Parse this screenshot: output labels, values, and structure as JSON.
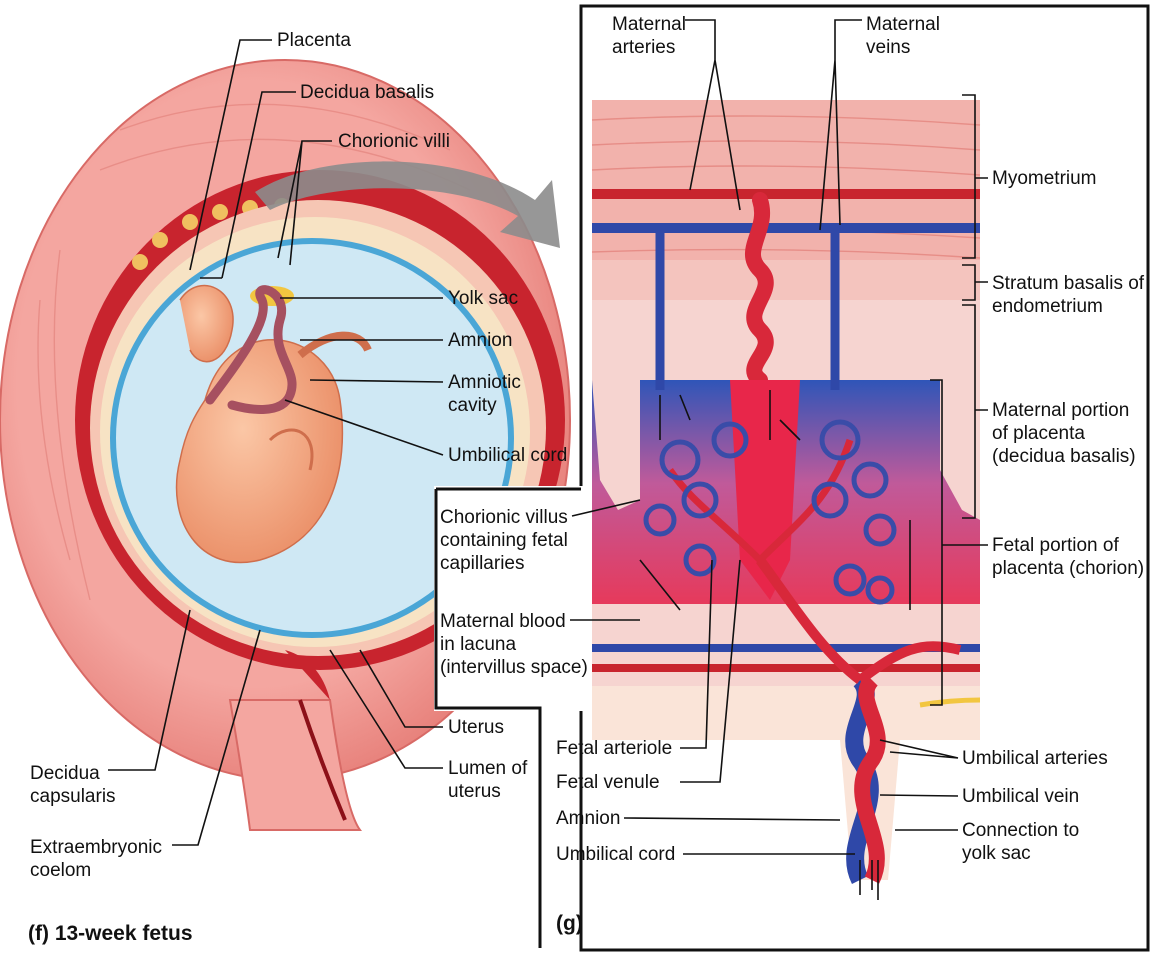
{
  "panel_f": {
    "caption": "(f) 13-week fetus",
    "labels": {
      "placenta": "Placenta",
      "decidua_basalis": "Decidua basalis",
      "chorionic_villi": "Chorionic villi",
      "yolk_sac": "Yolk sac",
      "amnion": "Amnion",
      "amniotic_cavity": [
        "Amniotic",
        "cavity"
      ],
      "umbilical_cord": "Umbilical cord",
      "uterus": "Uterus",
      "lumen_of_uterus": [
        "Lumen of",
        "uterus"
      ],
      "decidua_capsularis": [
        "Decidua",
        "capsularis"
      ],
      "extraembryonic_coelom": [
        "Extraembryonic",
        "coelom"
      ]
    }
  },
  "panel_g": {
    "caption": "(g)",
    "labels": {
      "maternal_arteries": [
        "Maternal",
        "arteries"
      ],
      "maternal_veins": [
        "Maternal",
        "veins"
      ],
      "myometrium": "Myometrium",
      "stratum_basalis": [
        "Stratum basalis of",
        "endometrium"
      ],
      "maternal_portion": [
        "Maternal portion",
        "of placenta",
        "(decidua basalis)"
      ],
      "fetal_portion": [
        "Fetal portion of",
        "placenta (chorion)"
      ],
      "chorionic_villus": [
        "Chorionic villus",
        "containing fetal",
        "capillaries"
      ],
      "maternal_blood": [
        "Maternal blood",
        "in lacuna",
        "(intervillus space)"
      ],
      "fetal_arteriole": "Fetal arteriole",
      "fetal_venule": "Fetal venule",
      "amnion": "Amnion",
      "umbilical_cord": "Umbilical cord",
      "umbilical_arteries": "Umbilical arteries",
      "umbilical_vein": "Umbilical vein",
      "connection_to_yolk_sac": [
        "Connection to",
        "yolk sac"
      ]
    }
  },
  "colors": {
    "artery": "#d8283a",
    "vein": "#3048a8",
    "myometrium": "#f2b2ac",
    "tissue_pink": "#f6d0cc",
    "lacuna": "#e8405a",
    "fetus": "#f4a27a"
  }
}
